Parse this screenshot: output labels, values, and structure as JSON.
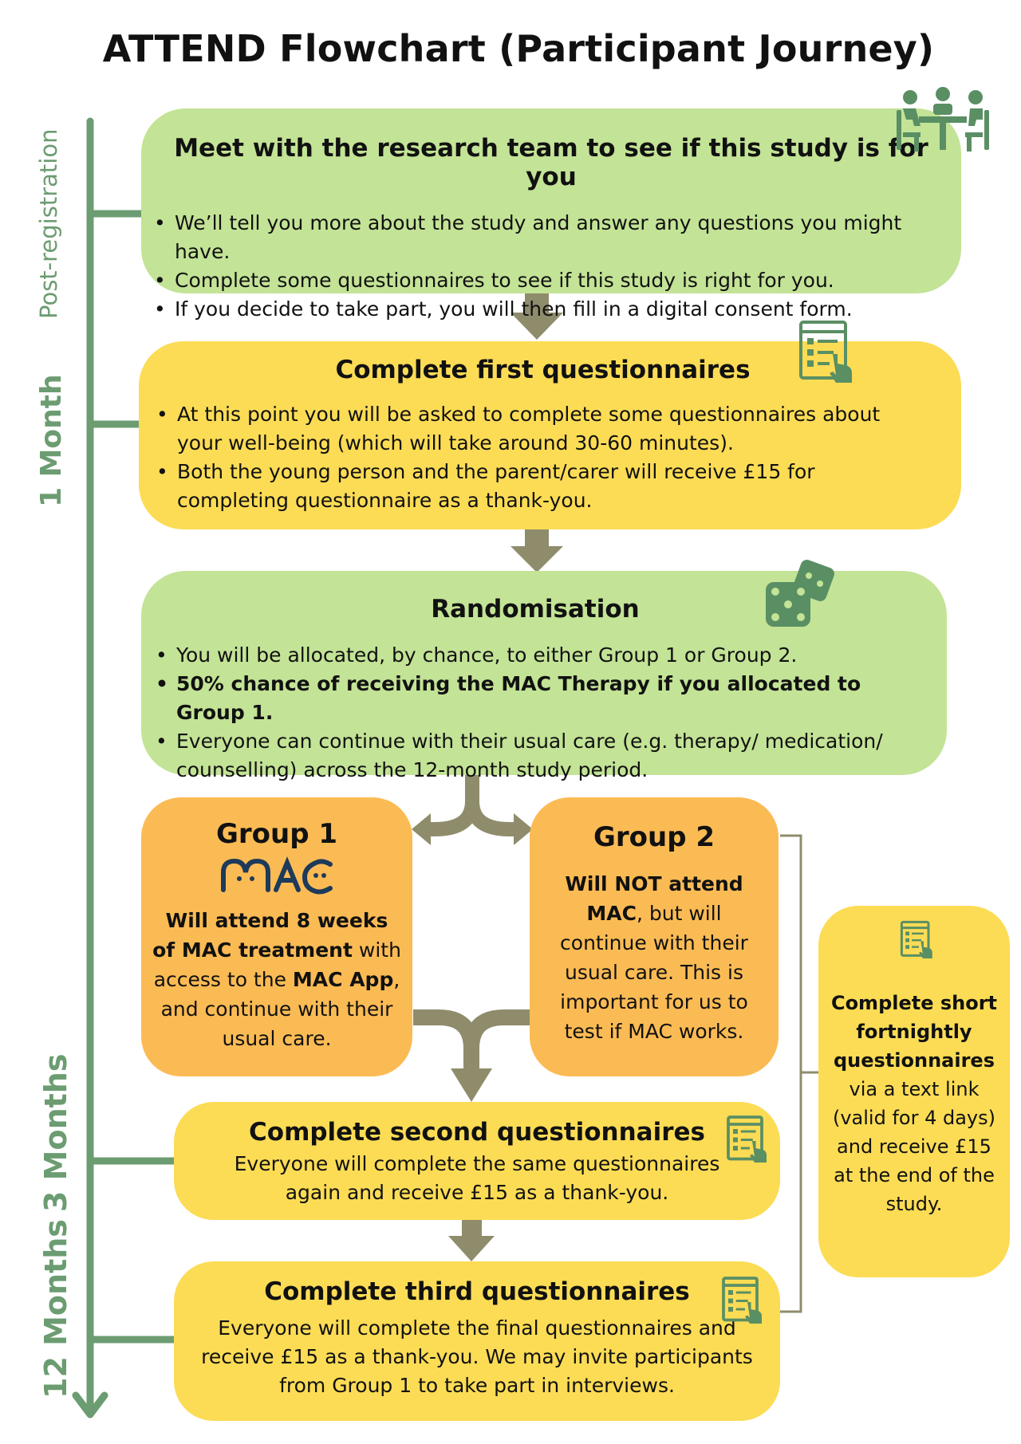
{
  "title": "ATTEND Flowchart (Participant Journey)",
  "timeline": {
    "post_registration": "Post-registration",
    "one_month": "1 Month",
    "three_months": "3 Months",
    "twelve_months": "12 Months"
  },
  "step1": {
    "heading": "Meet with the research team to see if this study is for you",
    "bullets": [
      "We’ll tell you more about the study and answer any questions you might have.",
      "Complete some questionnaires to see if this study is right for you.",
      "If you decide to take part, you will then fill in a digital consent form."
    ]
  },
  "step2": {
    "heading": "Complete first questionnaires",
    "bullets": [
      "At this point you will be asked to complete some questionnaires about your well-being (which will take around 30-60 minutes).",
      "Both the young person and the parent/carer will receive £15 for completing questionnaire as a thank-you."
    ]
  },
  "step3": {
    "heading": "Randomisation",
    "bullets": [
      "You will be allocated, by chance, to either Group 1 or Group 2.",
      "50% chance of receiving the MAC Therapy if you allocated to Group 1.",
      "Everyone can continue with their usual care (e.g. therapy/ medication/ counselling) across the 12-month study period."
    ]
  },
  "group1": {
    "heading": "Group 1",
    "logo_text": "MAC",
    "text_bold1": "Will attend 8 weeks of MAC treatment",
    "text1": " with access to the ",
    "text_bold2": "MAC App",
    "text2": ", and continue with their usual care."
  },
  "group2": {
    "heading": "Group 2",
    "text_bold1": "Will NOT attend MAC",
    "text1": ", but will continue with their usual care. This is important for us to test if MAC works."
  },
  "side": {
    "bold": "Complete short fortnightly questionnaires",
    "text": "via a text link (valid for 4 days) and receive £15 at the end of the study."
  },
  "step4": {
    "heading": "Complete second questionnaires",
    "text": "Everyone will complete the same questionnaires again and receive £15 as a thank-you."
  },
  "step5": {
    "heading": "Complete third questionnaires",
    "text": "Everyone will complete the final questionnaires and receive £15 as a thank-you. We may invite participants from Group 1 to take part in interviews."
  },
  "colors": {
    "green_box": "#c3e396",
    "yellow_box": "#fcdc55",
    "orange_box": "#fbbb54",
    "timeline": "#6c9c71",
    "arrow": "#8f8c6c",
    "icon": "#5a8f64"
  },
  "icons": [
    "meeting-icon",
    "checklist-icon",
    "dice-icon"
  ]
}
